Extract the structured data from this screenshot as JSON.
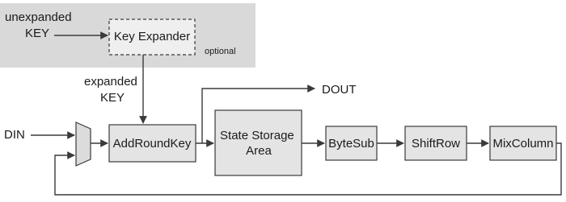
{
  "diagram": {
    "optional_region": {
      "label": "optional"
    },
    "inputs": {
      "unexpanded_key": [
        "unexpanded",
        "KEY"
      ],
      "expanded_key": [
        "expanded",
        "KEY"
      ],
      "din": "DIN"
    },
    "outputs": {
      "dout": "DOUT"
    },
    "blocks": {
      "key_expander": "Key Expander",
      "add_round_key": "AddRoundKey",
      "state_storage": [
        "State Storage",
        "Area"
      ],
      "byte_sub": "ByteSub",
      "shift_row": "ShiftRow",
      "mix_column": "MixColumn"
    },
    "colors": {
      "optional_region_fill": "#d9d9d9",
      "block_fill": "#e4e4e4",
      "key_expander_fill": "#efefef",
      "line": "#3a3a3a"
    }
  }
}
